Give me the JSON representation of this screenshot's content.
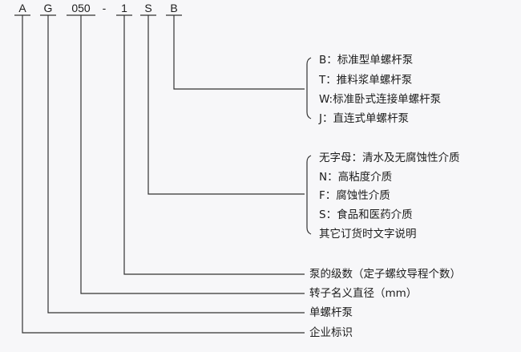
{
  "model_code": {
    "parts": [
      "A",
      "G",
      "050",
      "-",
      "1",
      "S",
      "B"
    ]
  },
  "pump_type_options": [
    "B：标准型单螺杆泵",
    "T：推料浆单螺杆泵",
    "W:标准卧式连接单螺杆泵",
    "J：直连式单螺杆泵"
  ],
  "medium_options": [
    "无字母：清水及无腐蚀性介质",
    "N：高粘度介质",
    "F：腐蚀性介质",
    "S：食品和医药介质",
    "其它订货时文字说明"
  ],
  "labels": {
    "stages": "泵的级数（定子螺纹导程个数）",
    "rotor_diameter": "转子名义直径（mm）",
    "pump": "单螺杆泵",
    "company": "企业标识"
  }
}
